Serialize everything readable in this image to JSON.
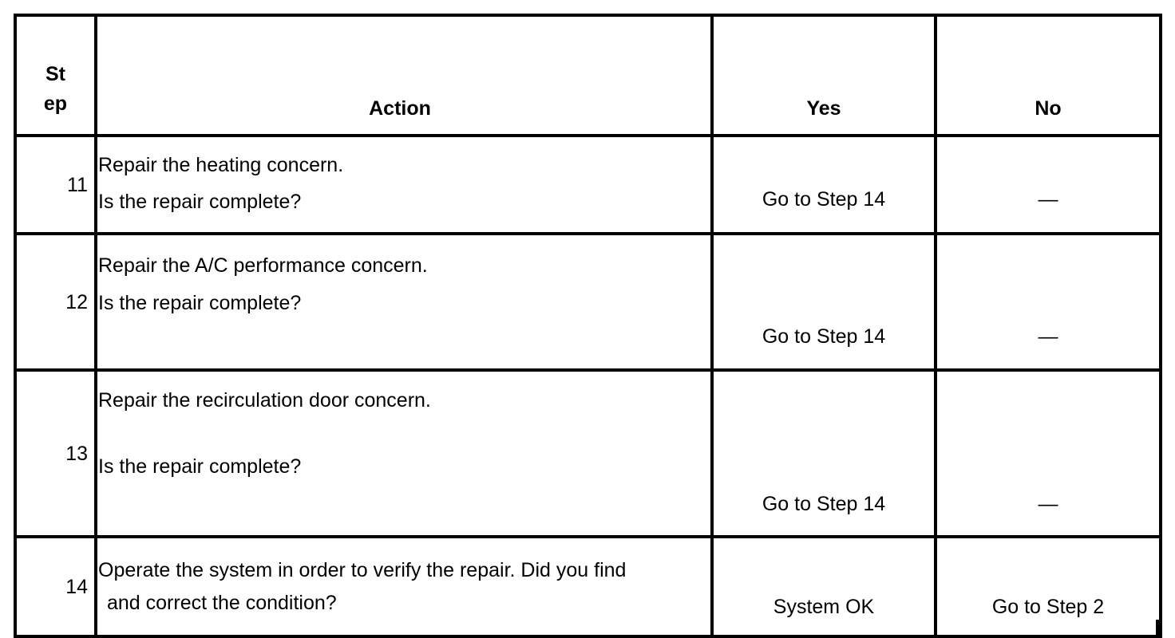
{
  "table": {
    "headers": {
      "step_line1": "St",
      "step_line2": "ep",
      "action": "Action",
      "yes": "Yes",
      "no": "No"
    },
    "rows": [
      {
        "step": "11",
        "action_line1": "Repair the heating concern.",
        "action_line2": "Is the repair complete?",
        "yes": "Go to Step 14",
        "no": "—"
      },
      {
        "step": "12",
        "action_line1": "Repair the A/C performance concern.",
        "action_line2": "Is the repair complete?",
        "yes": "Go to Step 14",
        "no": "—"
      },
      {
        "step": "13",
        "action_line1": "Repair the recirculation door concern.",
        "action_line2": "Is the repair complete?",
        "yes": "Go to Step 14",
        "no": "—"
      },
      {
        "step": "14",
        "action_line1": "Operate the system in order to verify the repair. Did you find",
        "action_line2": "and correct the condition?",
        "yes": "System OK",
        "no": "Go to Step 2"
      }
    ]
  },
  "colors": {
    "border": "#000000",
    "text": "#000000",
    "background": "#ffffff"
  }
}
